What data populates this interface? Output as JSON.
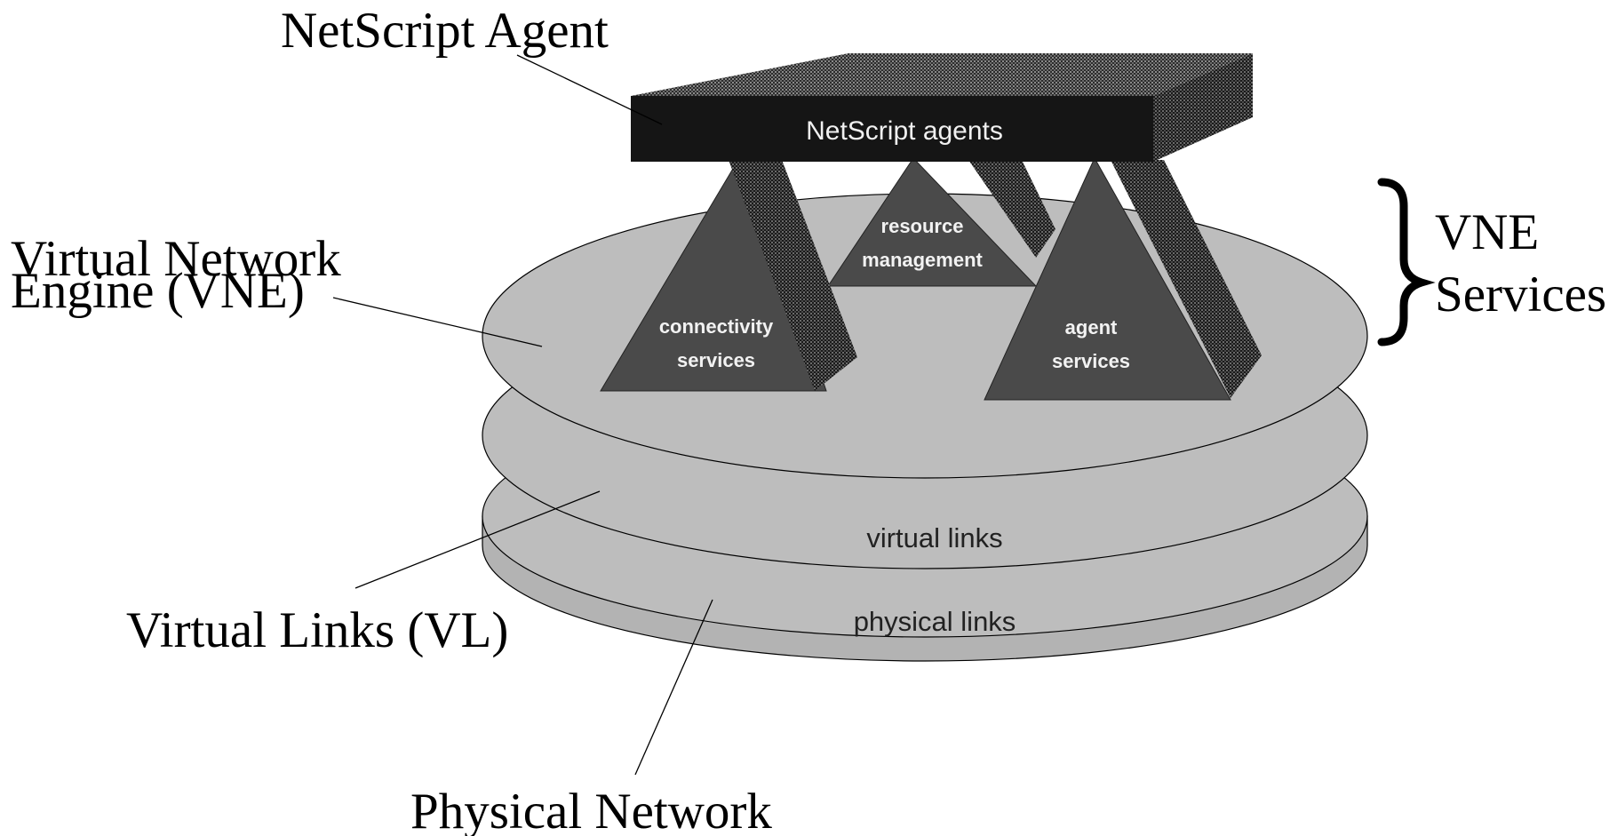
{
  "callouts": {
    "netscript_agent": "NetScript Agent",
    "vne_line1": "Virtual Network",
    "vne_line2": "Engine (VNE)",
    "virtual_links": "Virtual Links (VL)",
    "physical_network": "Physical Network",
    "vne_services_line1": "VNE",
    "vne_services_line2": "Services"
  },
  "agent_bar": {
    "label": "NetScript agents"
  },
  "services": {
    "connectivity": [
      "connectivity",
      "services"
    ],
    "resource": [
      "resource",
      "management"
    ],
    "agent": [
      "agent",
      "services"
    ]
  },
  "layers": {
    "virtual_links": "virtual links",
    "physical_links": "physical links"
  },
  "colors": {
    "disc": "#b9b9b9",
    "pyramid": "#4a4a4a",
    "pyramid_face": "#3a3a3a",
    "beam": "#111111",
    "bar": "#151515"
  }
}
